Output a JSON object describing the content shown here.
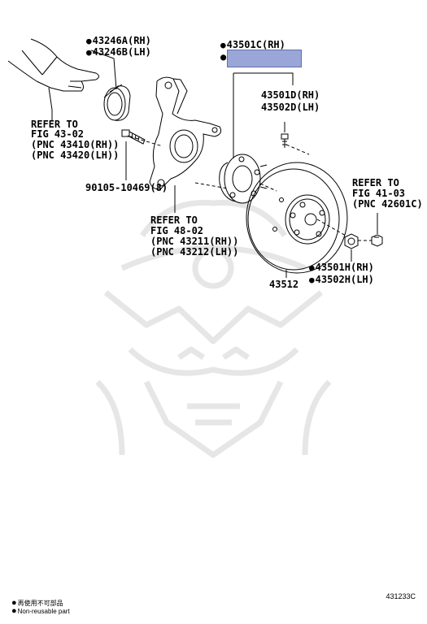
{
  "labels": {
    "p43246a": "43246A(RH)",
    "p43246b": "43246B(LH)",
    "p43501c": "43501C(RH)",
    "p43501d": "43501D(RH)",
    "p43502d": "43502D(LH)",
    "ref43_line1": "REFER TO",
    "ref43_line2": "FIG 43-02",
    "ref43_line3": "(PNC 43410(RH))",
    "ref43_line4": "(PNC 43420(LH))",
    "bolt": "90105-10469(8)",
    "ref48_line1": "REFER TO",
    "ref48_line2": "FIG 48-02",
    "ref48_line3": "(PNC 43211(RH))",
    "ref48_line4": "(PNC 43212(LH))",
    "ref41_line1": "REFER TO",
    "ref41_line2": "FIG 41-03",
    "ref41_line3": "(PNC 42601C)",
    "p43512": "43512",
    "p43501h": "43501H(RH)",
    "p43502h": "43502H(LH)"
  },
  "legend": {
    "japanese": "再使用不可部品",
    "english": "Non-reusable part"
  },
  "figure_code": "431233C",
  "colors": {
    "line": "#000000",
    "hidden_box": "#9aa6d8",
    "watermark": "#e6e6e6"
  }
}
